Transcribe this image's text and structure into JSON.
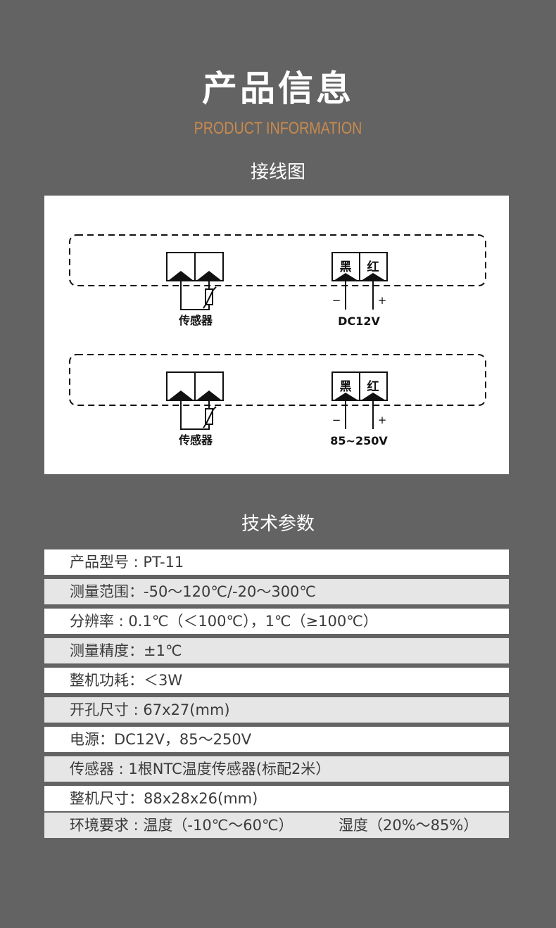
{
  "header": {
    "title": "产品信息",
    "subtitle": "PRODUCT INFORMATION"
  },
  "wiring": {
    "heading": "接线图",
    "diagrams": [
      {
        "sensor_label": "传感器",
        "black_label": "黑",
        "red_label": "红",
        "minus": "−",
        "plus": "+",
        "power_label": "DC12V"
      },
      {
        "sensor_label": "传感器",
        "black_label": "黑",
        "red_label": "红",
        "minus": "−",
        "plus": "+",
        "power_label": "85~250V"
      }
    ]
  },
  "specs": {
    "heading": "技术参数",
    "rows": [
      "产品型号 : PT-11",
      "测量范围：-50～120℃/-20～300℃",
      "分辨率 : 0.1℃（＜100℃），1℃（≥100℃）",
      "测量精度：±1℃",
      "整机功耗：＜3W",
      "开孔尺寸 : 67x27(mm)",
      "电源：DC12V，85～250V",
      "传感器 : 1根NTC温度传感器(标配2米）",
      "整机尺寸：88x28x26(mm)"
    ],
    "env_row": {
      "label": "环境要求 : 温度（-10℃～60℃）",
      "humidity": "湿度（20%～85%）"
    }
  }
}
